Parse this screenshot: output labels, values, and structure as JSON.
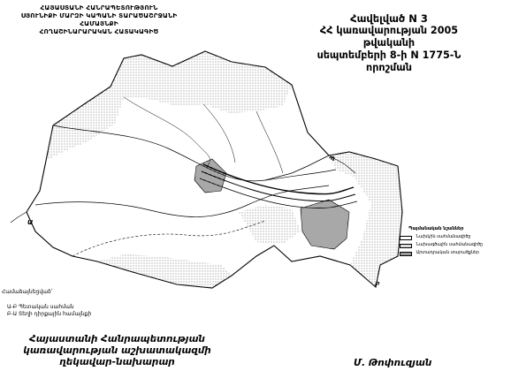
{
  "header_left": {
    "line1": "ՀԱՅԱՍՏԱՆԻ ՀԱՆՐԱՊԵՏՈՒԹՅՈՒՆ",
    "line2": "ՍՅՈՒՆԻՔԻ ՄԱՐԶԻ ԿԱՊԱՆԻ ՏԱՐԱԾԱՇՐՋԱՆԻ ՀԱՄԱՅՆՔԻ",
    "line3": "ՀՈՂԱՇԻՆԱՐԱՐԱԿԱՆ ՀԱՏԱԿԱԳԻԾ"
  },
  "header_right": {
    "line1": "Հավելված N 3",
    "line2": "ՀՀ կառավարության 2005 թվականի",
    "line3": "սեպտեմբերի 8-ի N 1775-Ն որոշման"
  },
  "legend": {
    "title": "Պայմանական նշաններ",
    "items": [
      "Նախկին սահմանագիծը",
      "Նախագծային սահմանագիծը",
      "Արտադրական տարածքներ"
    ],
    "fills": [
      "#ffffff",
      "#dddddd",
      "#9a9a9a"
    ]
  },
  "map_labels": {
    "a": "Ա",
    "b": "Բ",
    "p": "Պ"
  },
  "scale_note": "Համաձայնեցված՝",
  "ab_notes": {
    "line1": "Ա-Բ Պետական սահման",
    "line2": "Բ-Ա Տեղի դիրքային համայնքի"
  },
  "footer_left": {
    "line1": "Հայաստանի Հանրապետության",
    "line2": "կառավարության աշխատակազմի",
    "line3": "ղեկավար-նախարար"
  },
  "footer_signature": "Մ. Թոփուզյան",
  "colors": {
    "ink": "#000000",
    "stipple": "#888888",
    "paper": "#ffffff"
  }
}
